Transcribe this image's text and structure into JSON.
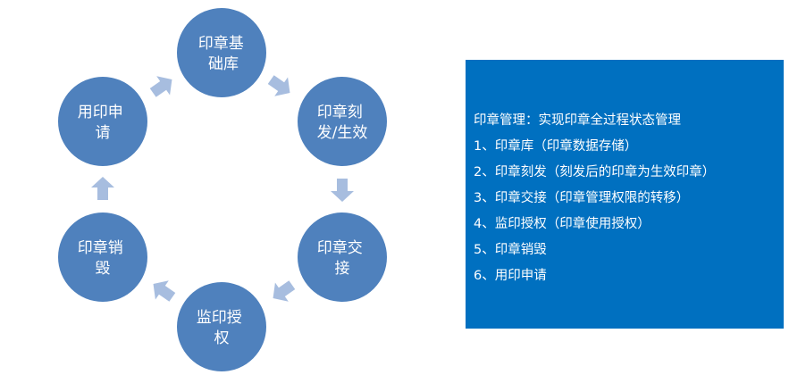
{
  "cycle": {
    "nodes": [
      {
        "id": "base",
        "lines": [
          "印章基",
          "础库"
        ]
      },
      {
        "id": "issue",
        "lines": [
          "印章刻",
          "发/生效"
        ]
      },
      {
        "id": "handover",
        "lines": [
          "印章交",
          "接"
        ]
      },
      {
        "id": "authorize",
        "lines": [
          "监印授",
          "权"
        ]
      },
      {
        "id": "destroy",
        "lines": [
          "印章销",
          "毁"
        ]
      },
      {
        "id": "apply",
        "lines": [
          "用印申",
          "请"
        ]
      }
    ],
    "colors": {
      "node_fill": "#4f81bd",
      "arrow_fill": "#a7bddf",
      "node_text": "#ffffff"
    }
  },
  "info": {
    "title": "印章管理：实现印章全过程状态管理",
    "items": [
      "1、印章库（印章数据存储）",
      "2、印章刻发（刻发后的印章为生效印章）",
      "3、印章交接（印章管理权限的转移）",
      "4、监印授权（印章使用授权）",
      "5、印章销毁",
      "6、用印申请"
    ],
    "background": "#0070c0"
  }
}
